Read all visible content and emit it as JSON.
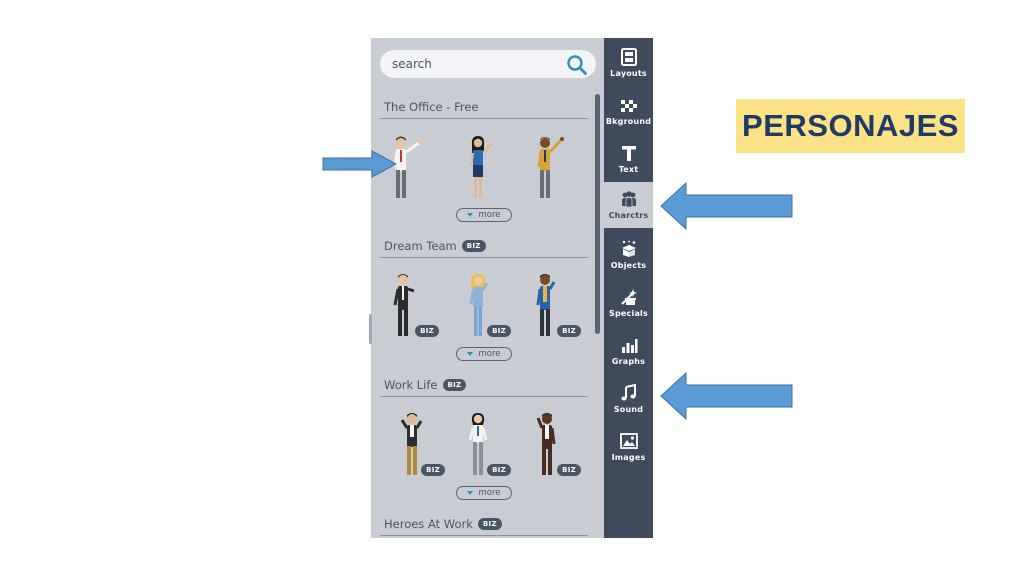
{
  "search": {
    "placeholder": "search",
    "value": ""
  },
  "sections": [
    {
      "title": "The Office - Free",
      "badge": "",
      "more": "more"
    },
    {
      "title": "Dream Team",
      "badge": "BIZ",
      "more": "more"
    },
    {
      "title": "Work Life",
      "badge": "BIZ",
      "more": "more"
    },
    {
      "title": "Heroes At Work",
      "badge": "BIZ"
    }
  ],
  "char_badge": "BIZ",
  "sidebar": {
    "items": [
      {
        "label": "Layouts",
        "icon": "layouts-icon"
      },
      {
        "label": "Bkground",
        "icon": "background-icon"
      },
      {
        "label": "Text",
        "icon": "text-icon"
      },
      {
        "label": "Charctrs",
        "icon": "characters-icon"
      },
      {
        "label": "Objects",
        "icon": "objects-icon"
      },
      {
        "label": "Specials",
        "icon": "specials-icon"
      },
      {
        "label": "Graphs",
        "icon": "graphs-icon"
      },
      {
        "label": "Sound",
        "icon": "sound-icon"
      },
      {
        "label": "Images",
        "icon": "images-icon"
      }
    ],
    "active_item": "Charctrs"
  },
  "title_box": {
    "text": "PERSONAJES"
  },
  "colors": {
    "panel_bg": "#c9cdd3",
    "sidebar_bg": "#3f4a5c",
    "arrow_fill": "#5b9bd5",
    "arrow_stroke": "#41719c",
    "title_bg": "#fbe287",
    "title_text": "#1f3a64",
    "search_icon": "#2b8ec5"
  }
}
